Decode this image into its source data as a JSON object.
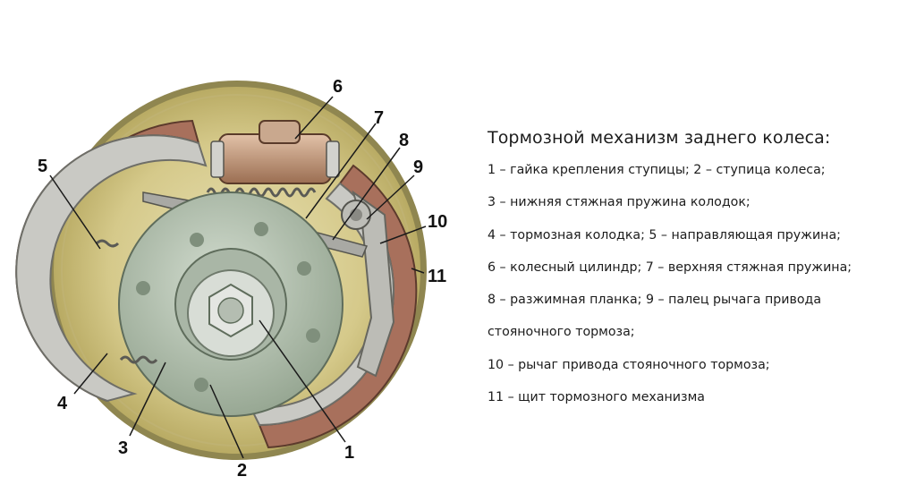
{
  "legend": {
    "title": "Тормозной механизм заднего колеса:",
    "lines": [
      "1 – гайка крепления ступицы; 2 – ступица колеса;",
      "3 – нижняя стяжная пружина колодок;",
      "4 – тормозная колодка; 5 – направляющая пружина;",
      "6 – колесный цилиндр; 7 – верхняя стяжная пружина;",
      "8 – разжимная планка; 9 – палец рычага привода",
      "стояночного тормоза;",
      "10 – рычаг привода стояночного тормоза;",
      "11 – щит тормозного механизма"
    ]
  },
  "callouts": [
    "1",
    "2",
    "3",
    "4",
    "5",
    "6",
    "7",
    "8",
    "9",
    "10",
    "11"
  ],
  "colors": {
    "shield": "#d7cc8e",
    "shoe_lining": "#a8705c",
    "shoe_body": "#c9c9c4",
    "hub": "#b6c4b2",
    "cylinder": "#c69a7c"
  }
}
